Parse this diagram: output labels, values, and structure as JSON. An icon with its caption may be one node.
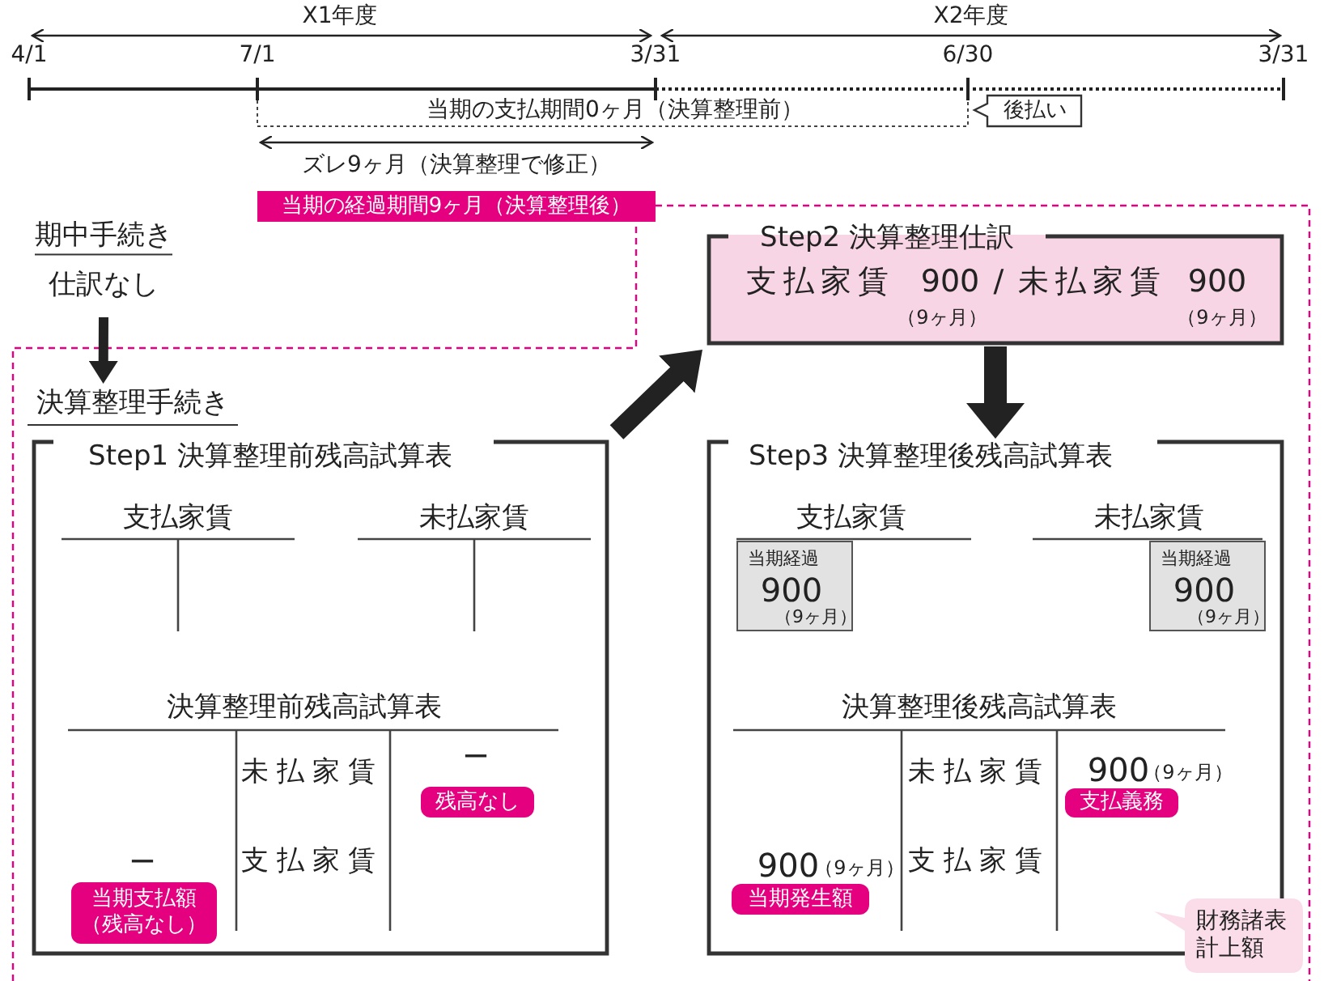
{
  "diagram": {
    "nodes": [
      {
        "text": [
          "後払い"
        ]
      },
      {
        "text": [
          "当期の経過期間9ヶ月（決算整理後）"
        ]
      },
      {
        "text": [
          "期中手続き",
          "仕訳なし"
        ]
      },
      {
        "text": [
          "決算整理手続き"
        ]
      },
      {
        "text": [
          "Step2 決算整理仕訳",
          "支払家賃",
          "900",
          "（9ヶ月）",
          "/",
          "未払家賃",
          "900",
          "（9ヶ月）"
        ]
      },
      {
        "text": [
          "Step1 決算整理前残高試算表"
        ]
      },
      {
        "text": [
          "残高なし"
        ],
        "in": 5
      },
      {
        "text": [
          "当期支払額（残高なし）"
        ],
        "in": 5
      },
      {
        "text": [
          "Step3 決算整理後残高試算表"
        ]
      },
      {
        "text": [
          "当期経過",
          "900",
          "（9ヶ月）"
        ],
        "in": 8
      },
      {
        "text": [
          "当期経過",
          "900",
          "（9ヶ月）"
        ],
        "in": 8
      },
      {
        "text": [
          "支払義務"
        ],
        "in": 8
      },
      {
        "text": [
          "当期発生額"
        ],
        "in": 8
      },
      {
        "text": [
          "財務諸表計上額"
        ]
      }
    ],
    "edges": [
      {
        "from": 2,
        "to": 3,
        "arrow": "to"
      },
      {
        "from": 5,
        "to": 4,
        "arrow": "to"
      },
      {
        "from": 4,
        "to": 8,
        "arrow": "to"
      }
    ],
    "labels": [
      "X1年度",
      "X2年度",
      "4/1",
      "7/1",
      "3/31",
      "6/30",
      "3/31",
      "当期の支払期間0ヶ月（決算整理前）",
      "ズレ9ヶ月（決算整理で修正）",
      "支払家賃",
      "未払家賃",
      "支払家賃",
      "未払家賃",
      "決算整理前残高試算表",
      "決算整理後残高試算表",
      "未払家賃",
      "ー",
      "未払家賃",
      "900",
      "（9ヶ月）",
      "ー",
      "支払家賃",
      "900",
      "（9ヶ月）",
      "支払家賃"
    ]
  }
}
